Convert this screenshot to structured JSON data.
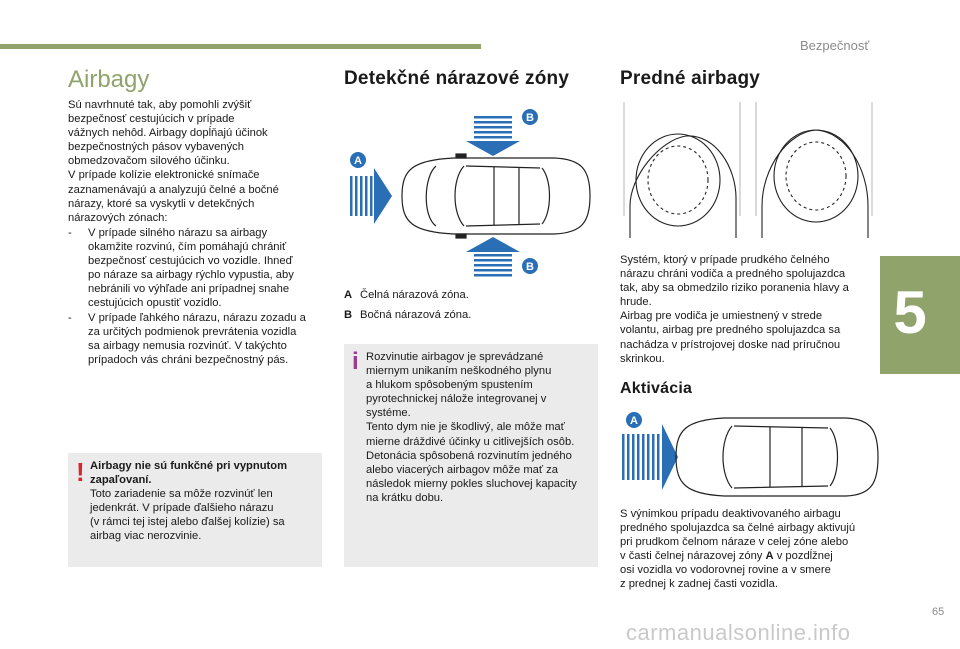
{
  "header": {
    "section": "Bezpečnosť"
  },
  "chapter": {
    "number": "5"
  },
  "col1": {
    "title": "Airbagy",
    "intro": "Sú navrhnuté tak, aby pomohli zvýšiť\nbezpečnosť cestujúcich v prípade\nvážnych nehôd. Airbagy dopĺňajú účinok\nbezpečnostných pásov vybavených\nobmedzovačom silového účinku.\nV prípade kolízie elektronické snímače\nzaznamenávajú a analyzujú čelné a bočné\nnárazy, ktoré sa vyskytli v detekčných\nnárazových zónach:",
    "bullets": [
      "V prípade silného nárazu sa airbagy\nokamžite rozvinú, čím pomáhajú chrániť\nbezpečnosť cestujúcich vo vozidle. Ihneď\npo náraze sa airbagy rýchlo vypustia, aby\nnebránili vo výhľade ani prípadnej snahe\ncestujúcich opustiť vozidlo.",
      "V prípade ľahkého nárazu, nárazu zozadu a\nza určitých podmienok prevrátenia vozidla\nsa airbagy nemusia rozvinúť. V takýchto\nprípadoch vás chráni bezpečnostný pás."
    ],
    "bullet_dash": "-",
    "warning": {
      "icon": "!",
      "bold": "Airbagy nie sú funkčné pri vypnutom\nzapaľovaní.",
      "text": "Toto zariadenie sa môže rozvinúť len\njedenkrát. V prípade ďalšieho nárazu\n(v rámci tej istej alebo ďalšej kolízie) sa\nairbag viac nerozvinie."
    }
  },
  "col2": {
    "title": "Detekčné nárazové zóny",
    "figure": {
      "label_a": "A",
      "label_b_top": "B",
      "label_b_bottom": "B"
    },
    "legend": [
      {
        "key": "A",
        "text": "Čelná nárazová zóna."
      },
      {
        "key": "B",
        "text": "Bočná nárazová zóna."
      }
    ],
    "info": {
      "icon": "i",
      "text": "Rozvinutie airbagov je sprevádzané\nmiernym unikaním neškodného plynu\na hlukom spôsobeným spustením\npyrotechnickej náložе integrovanej v\nsystéme.\nTento dym nie je škodlivý, ale môže mať\nmierne dráždivé účinky u citlivejších osôb.\nDetonácia spôsobená rozvinutím jedného\nalebo viacerých airbagov môže mať za\nnásledok mierny pokles sluchovej kapacity\nna krátku dobu."
    }
  },
  "col3": {
    "title": "Predné airbagy",
    "description": "Systém, ktorý v prípade prudkého čelného\nnárazu chráni vodiča a predného spolujazdca\ntak, aby sa obmedzilo riziko poranenia hlavy a\nhrude.\nAirbag pre vodiča je umiestnený v strede\nvolantu, airbag pre predného spolujazdca sa\nnachádza v prístrojovej doske nad príručnou\nskrinkou.",
    "activation_title": "Aktivácia",
    "activation_figure_label": "A",
    "activation_text_1": "S výnimkou prípadu deaktivovaného airbagu\npredného spolujazdca sa čelné airbagy aktivujú\npri prudkom čelnom náraze v celej zóne alebo\nv časti čelnej nárazovej zóny ",
    "activation_text_bold": "A",
    "activation_text_2": " v pozdĺžnej\nosi vozidla vo vodorovnej rovine a v smere\nz prednej k zadnej časti vozidla."
  },
  "footer": {
    "page": "65",
    "watermark": "carmanualsonline.info"
  },
  "colors": {
    "accent": "#8fa36b",
    "warning_red": "#d9232d",
    "info_purple": "#9b3a8f",
    "zone_blue": "#2a6fb5",
    "box_grey": "#ebebeb"
  },
  "icons": [
    "warning-exclamation-icon",
    "info-icon",
    "impact-arrow-icon"
  ]
}
